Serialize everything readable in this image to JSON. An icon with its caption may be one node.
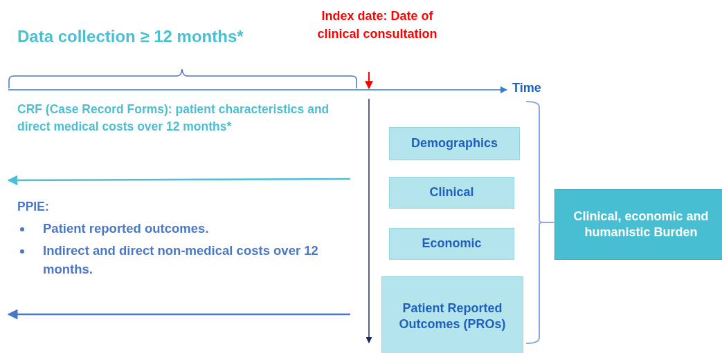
{
  "diagram": {
    "nodes": [
      {
        "text": [
          "Demographics"
        ]
      },
      {
        "text": [
          "Clinical"
        ]
      },
      {
        "text": [
          "Economic"
        ]
      },
      {
        "text": [
          "Patient Reported Outcomes (PROs)"
        ]
      },
      {
        "text": [
          "Clinical, economic and humanistic Burden"
        ]
      }
    ],
    "labels": [
      "Data collection ≥ 12 months*",
      "Index date: Date of clinical consultation",
      "Time",
      "CRF (Case Record Forms): patient characteristics and direct medical costs over 12 months*",
      "PPIE:",
      "Patient reported outcomes.",
      "Indirect and direct non-medical costs over 12 months."
    ]
  }
}
